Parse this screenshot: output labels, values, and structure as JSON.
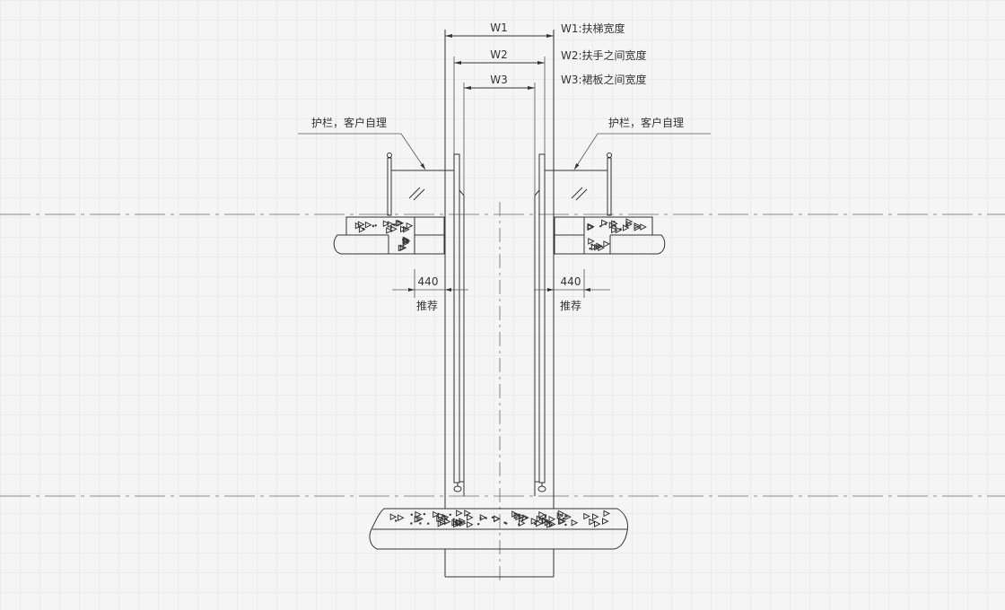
{
  "dimensions": {
    "w1": "W1",
    "w2": "W2",
    "w3": "W3"
  },
  "legend": {
    "w1": "W1:扶梯宽度",
    "w2": "W2:扶手之间宽度",
    "w3": "W3:裙板之间宽度"
  },
  "annotations": {
    "left_guardrail": "护栏，客户自理",
    "right_guardrail": "护栏，客户自理"
  },
  "clearance": {
    "left_value": "440",
    "left_note": "推荐",
    "right_value": "440",
    "right_note": "推荐"
  }
}
